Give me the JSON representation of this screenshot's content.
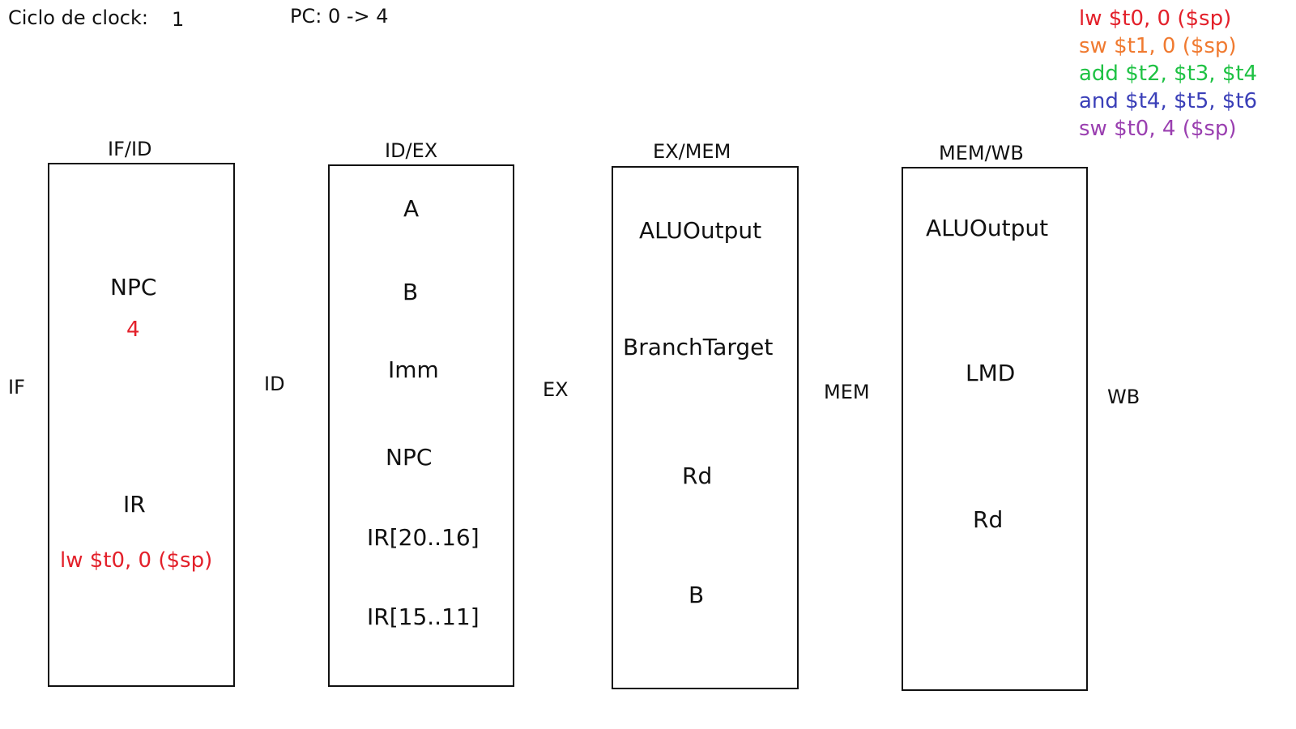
{
  "header": {
    "clock_label": "Ciclo de clock:",
    "clock_value": "1",
    "pc_text": "PC: 0 -> 4"
  },
  "stages": {
    "if": "IF",
    "id": "ID",
    "ex": "EX",
    "mem": "MEM",
    "wb": "WB"
  },
  "registers": {
    "if_id": {
      "title": "IF/ID",
      "npc_label": "NPC",
      "npc_value": "4",
      "ir_label": "IR",
      "ir_value": "lw $t0, 0 ($sp)"
    },
    "id_ex": {
      "title": "ID/EX",
      "fields": [
        "A",
        "B",
        "Imm",
        "NPC",
        "IR[20..16]",
        "IR[15..11]"
      ]
    },
    "ex_mem": {
      "title": "EX/MEM",
      "fields": [
        "ALUOutput",
        "BranchTarget",
        "Rd",
        "B"
      ]
    },
    "mem_wb": {
      "title": "MEM/WB",
      "fields": [
        "ALUOutput",
        "LMD",
        "Rd"
      ]
    }
  },
  "instructions": [
    {
      "text": "lw $t0, 0 ($sp)",
      "color": "#e3202a"
    },
    {
      "text": "sw $t1, 0 ($sp)",
      "color": "#f07a30"
    },
    {
      "text": "add $t2, $t3, $t4",
      "color": "#1fc244"
    },
    {
      "text": "and $t4, $t5, $t6",
      "color": "#3a3fb8"
    },
    {
      "text": "sw $t0, 4 ($sp)",
      "color": "#9a3fb0"
    }
  ],
  "colors": {
    "highlight": "#e3202a"
  }
}
